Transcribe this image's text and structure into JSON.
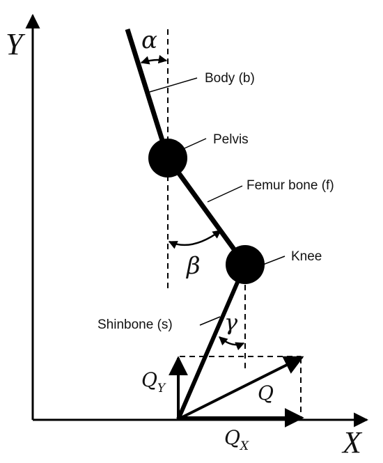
{
  "axes": {
    "y_label": "Y",
    "x_label": "X"
  },
  "angles": {
    "alpha": "α",
    "beta": "β",
    "gamma": "γ"
  },
  "labels": {
    "body": "Body (b)",
    "pelvis": "Pelvis",
    "femur": "Femur bone (f)",
    "knee": "Knee",
    "shinbone": "Shinbone (s)"
  },
  "force": {
    "q": "Q",
    "qy_main": "Q",
    "qy_sub": "Y",
    "qx_main": "Q",
    "qx_sub": "X"
  },
  "colors": {
    "ink": "#000000"
  }
}
